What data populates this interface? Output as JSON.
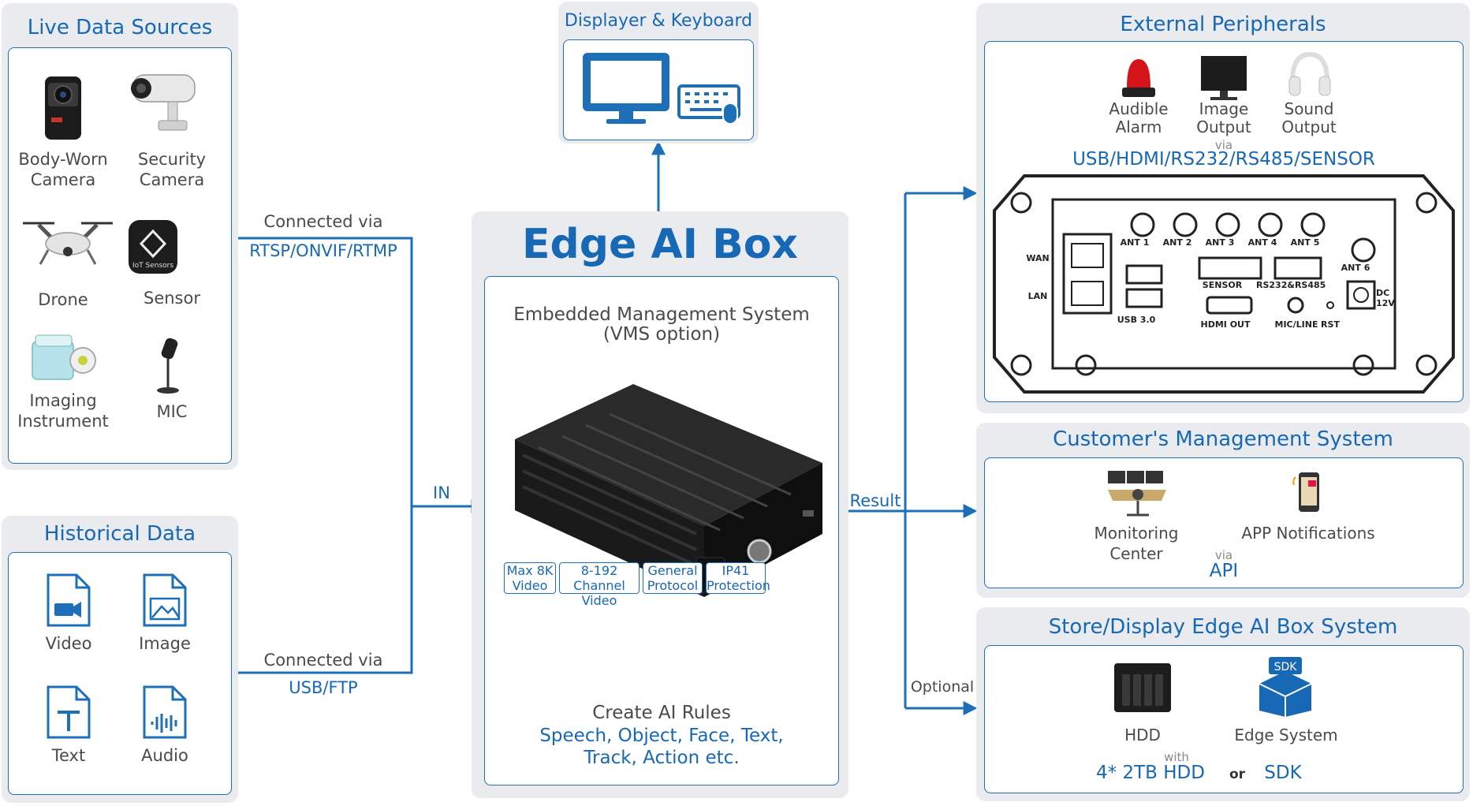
{
  "live_sources": {
    "title": "Live Data Sources",
    "items": [
      "Body-Worn\nCamera",
      "Security\nCamera",
      "Drone",
      "Sensor",
      "Imaging\nInstrument",
      "MIC"
    ],
    "sensor_tag": "IoT Sensors"
  },
  "historical": {
    "title": "Historical Data",
    "items": [
      "Video",
      "Image",
      "Text",
      "Audio"
    ]
  },
  "connections": {
    "live_via": "Connected via",
    "live_protocol": "RTSP/ONVIF/RTMP",
    "hist_via": "Connected via",
    "hist_protocol": "USB/FTP",
    "in": "IN",
    "result": "Result",
    "optional": "Optional"
  },
  "displayer": {
    "title": "Displayer & Keyboard"
  },
  "edge_box": {
    "title": "Edge AI Box",
    "ems": "Embedded Management System\n(VMS option)",
    "chips": [
      "Max 8K\nVideo",
      "8-192\nChannel Video",
      "General\nProtocol",
      "IP41\nProtection"
    ],
    "rules_title": "Create AI Rules",
    "rules": "Speech, Object, Face, Text,\nTrack, Action etc."
  },
  "peripherals": {
    "title": "External Peripherals",
    "items": [
      "Audible\nAlarm",
      "Image\nOutput",
      "Sound\nOutput"
    ],
    "via": "via",
    "interfaces": "USB/HDMI/RS232/RS485/SENSOR",
    "ports": {
      "ant": [
        "ANT 1",
        "ANT 2",
        "ANT 3",
        "ANT 4",
        "ANT 5",
        "ANT 6"
      ],
      "wan": "WAN",
      "lan": "LAN",
      "usb": "USB 3.0",
      "sensor": "SENSOR",
      "rs": "RS232&RS485",
      "hdmi": "HDMI OUT",
      "mic": "MIC/LINE",
      "rst": "RST",
      "dc": "DC\n12V"
    }
  },
  "cms": {
    "title": "Customer's Management System",
    "items": [
      "Monitoring Center",
      "APP Notifications"
    ],
    "via": "via",
    "api": "API"
  },
  "store": {
    "title": "Store/Display Edge AI Box System",
    "items": [
      "HDD",
      "Edge System"
    ],
    "sdk_tag": "SDK",
    "with": "with",
    "hdd": "4* 2TB HDD",
    "or": "or",
    "sdk": "SDK"
  },
  "colors": {
    "accent": "#1768b5",
    "panel": "#e9ebee",
    "line": "#1d6fb8"
  }
}
